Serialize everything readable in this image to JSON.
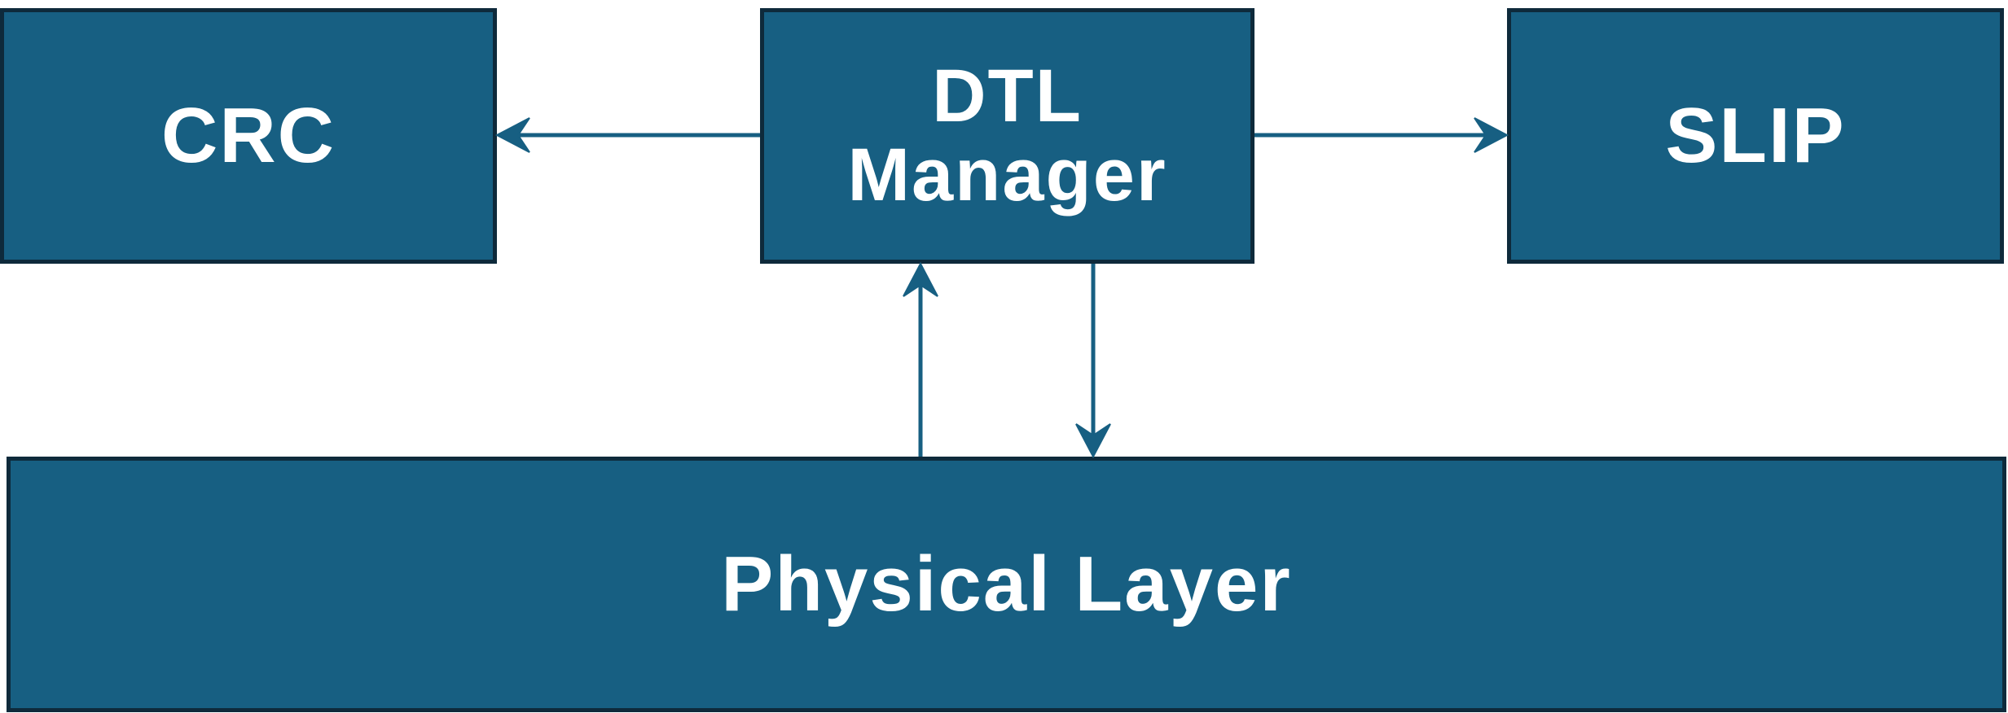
{
  "diagram": {
    "nodes": {
      "crc": {
        "label": "CRC"
      },
      "dtl_manager": {
        "line1": "DTL",
        "line2": "Manager"
      },
      "slip": {
        "label": "SLIP"
      },
      "physical_layer": {
        "label": "Physical Layer"
      }
    },
    "edges": [
      {
        "from": "DTL Manager",
        "to": "CRC"
      },
      {
        "from": "DTL Manager",
        "to": "SLIP"
      },
      {
        "from": "Physical Layer",
        "to": "DTL Manager"
      },
      {
        "from": "DTL Manager",
        "to": "Physical Layer"
      }
    ],
    "colors": {
      "box_fill": "#175f82",
      "box_border": "#0e2a3b",
      "arrow": "#175f82",
      "text": "#ffffff"
    }
  }
}
